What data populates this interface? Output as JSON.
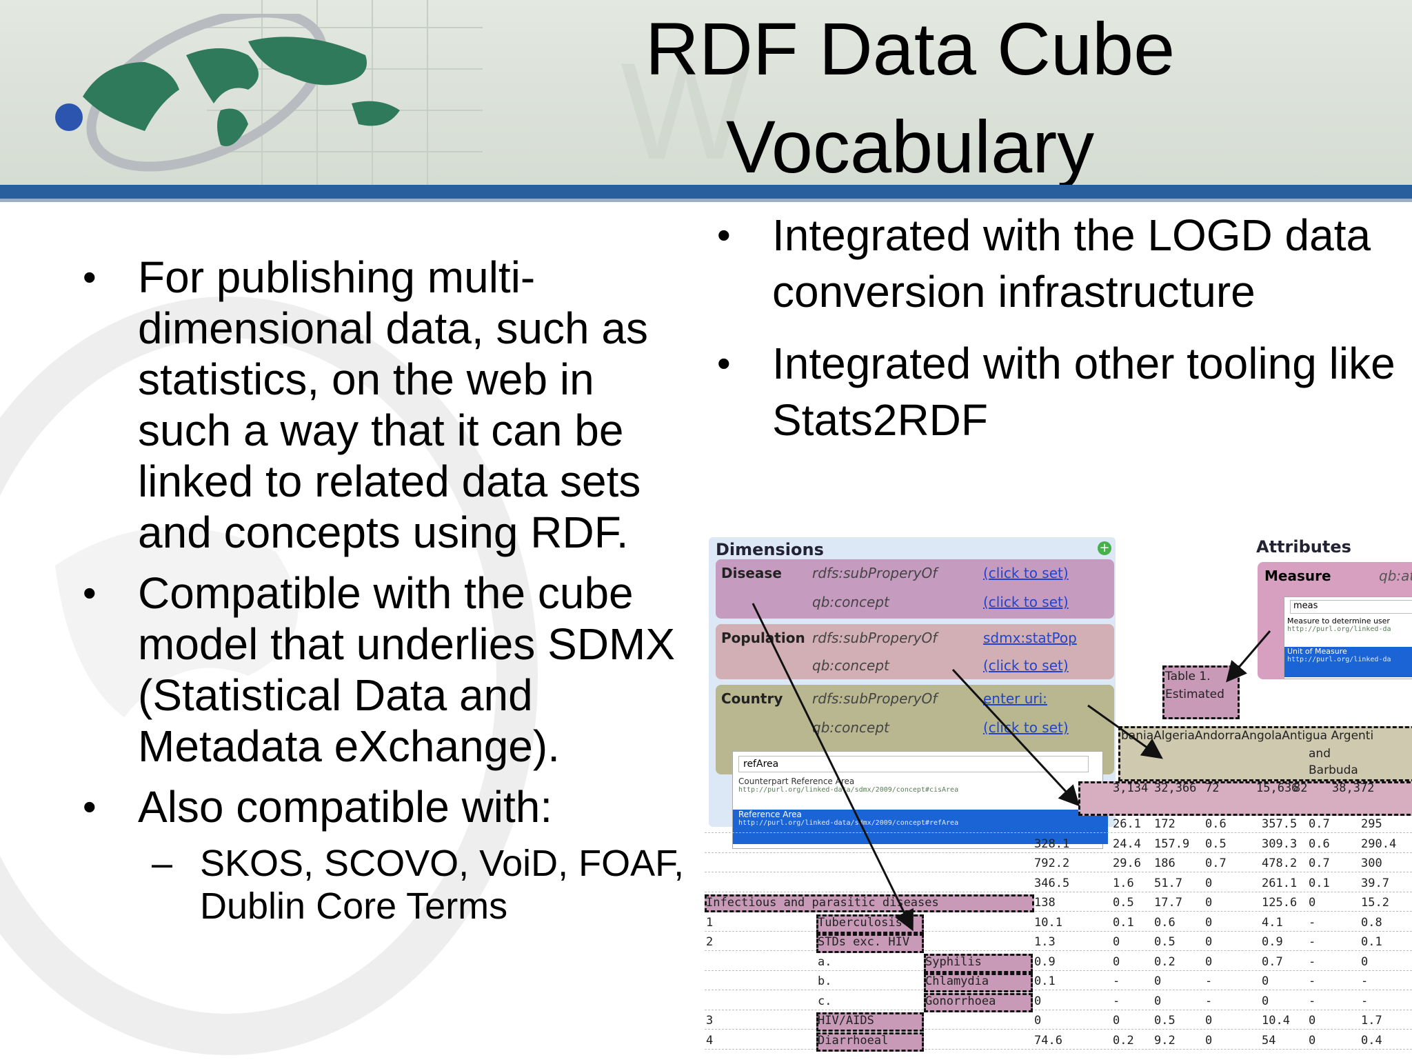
{
  "slide": {
    "title_line1": "RDF Data Cube",
    "title_line2": "Vocabulary"
  },
  "left_bullets": [
    "For publishing multi-dimensional data, such as statistics, on the web in such a way that it can be linked to related data sets and concepts using RDF.",
    "Compatible with the cube model that underlies SDMX (Statistical Data and Metadata eXchange).",
    "Also compatible with:"
  ],
  "left_sub_bullet": "SKOS, SCOVO, VoiD, FOAF, Dublin Core Terms",
  "right_bullets": [
    "Integrated with the LOGD data conversion infrastructure",
    "Integrated with other tooling like Stats2RDF"
  ],
  "figure": {
    "dimensions_title": "Dimensions",
    "attributes_title": "Attributes",
    "dimensions": [
      {
        "name": "Disease",
        "prop1": "rdfs:subProperyOf",
        "val1": "(click to set)",
        "prop2": "qb:concept",
        "val2": "(click to set)"
      },
      {
        "name": "Population",
        "prop1": "rdfs:subProperyOf",
        "val1": "sdmx:statPop",
        "prop2": "qb:concept",
        "val2": "(click to set)"
      },
      {
        "name": "Country",
        "prop1": "rdfs:subProperyOf",
        "val1": "enter uri:",
        "prop2": "qb:concept",
        "val2": "(click to set)"
      }
    ],
    "popup": {
      "input": "refArea",
      "item1_title": "Counterpart Reference Area",
      "item1_url": "http://purl.org/linked-data/sdmx/2009/concept#cisArea",
      "item2_title": "Reference Area",
      "item2_url": "http://purl.org/linked-data/sdmx/2009/concept#refArea"
    },
    "measure": {
      "name": "Measure",
      "prop": "qb:at",
      "input": "meas",
      "item1_title": "Measure to determine user",
      "item1_url": "http://purl.org/linked-da",
      "item2_title": "Unit of Measure",
      "item2_url": "http://purl.org/linked-da"
    },
    "table_label_1": "Table 1.",
    "table_label_2": "Estimated",
    "countries": "baniaAlgeriaAndorraAngolaAntigua Argenti",
    "country_and": "and",
    "country_barbuda": "Barbuda",
    "population_row": [
      "3,134",
      "32,366",
      "72",
      "15,636",
      "82",
      "38,372"
    ],
    "rows": [
      {
        "c1": "",
        "c2": "",
        "c3": "",
        "vals": [
          "",
          "26.1",
          "172",
          "0.6",
          "357.5",
          "0.7",
          "295"
        ]
      },
      {
        "c1": "",
        "c2": "",
        "c3": "",
        "vals": [
          "328.1",
          "24.4",
          "157.9",
          "0.5",
          "309.3",
          "0.6",
          "290.4"
        ]
      },
      {
        "c1": "",
        "c2": "",
        "c3": "",
        "vals": [
          "792.2",
          "29.6",
          "186",
          "0.7",
          "478.2",
          "0.7",
          "300"
        ]
      },
      {
        "c1": "",
        "c2": "",
        "c3": "",
        "vals": [
          "346.5",
          "1.6",
          "51.7",
          "0",
          "261.1",
          "0.1",
          "39.7"
        ]
      },
      {
        "c1": "Infectious and parasitic diseases",
        "c2": "",
        "c3": "",
        "vals": [
          "138",
          "0.5",
          "17.7",
          "0",
          "125.6",
          "0",
          "15.2"
        ]
      },
      {
        "c1": "1",
        "c2": "Tuberculosis",
        "c3": "",
        "vals": [
          "10.1",
          "0.1",
          "0.6",
          "0",
          "4.1",
          "-",
          "0.8"
        ]
      },
      {
        "c1": "2",
        "c2": "STDs exc.  HIV",
        "c3": "",
        "vals": [
          "1.3",
          "0",
          "0.5",
          "0",
          "0.9",
          "-",
          "0.1"
        ]
      },
      {
        "c1": "",
        "c2": "a.",
        "c3": "Syphilis",
        "vals": [
          "0.9",
          "0",
          "0.2",
          "0",
          "0.7",
          "-",
          "0"
        ]
      },
      {
        "c1": "",
        "c2": "b.",
        "c3": "Chlamydia",
        "vals": [
          "0.1",
          "-",
          "0",
          "-",
          "0",
          "-",
          "-"
        ]
      },
      {
        "c1": "",
        "c2": "c.",
        "c3": "Gonorrhoea",
        "vals": [
          "0",
          "-",
          "0",
          "-",
          "0",
          "-",
          "-"
        ]
      },
      {
        "c1": "3",
        "c2": "HIV/AIDS",
        "c3": "",
        "vals": [
          "0",
          "0",
          "0.5",
          "0",
          "10.4",
          "0",
          "1.7"
        ]
      },
      {
        "c1": "4",
        "c2": "Diarrhoeal",
        "c3": "",
        "vals": [
          "74.6",
          "0.2",
          "9.2",
          "0",
          "54",
          "0",
          "0.4"
        ]
      }
    ]
  }
}
